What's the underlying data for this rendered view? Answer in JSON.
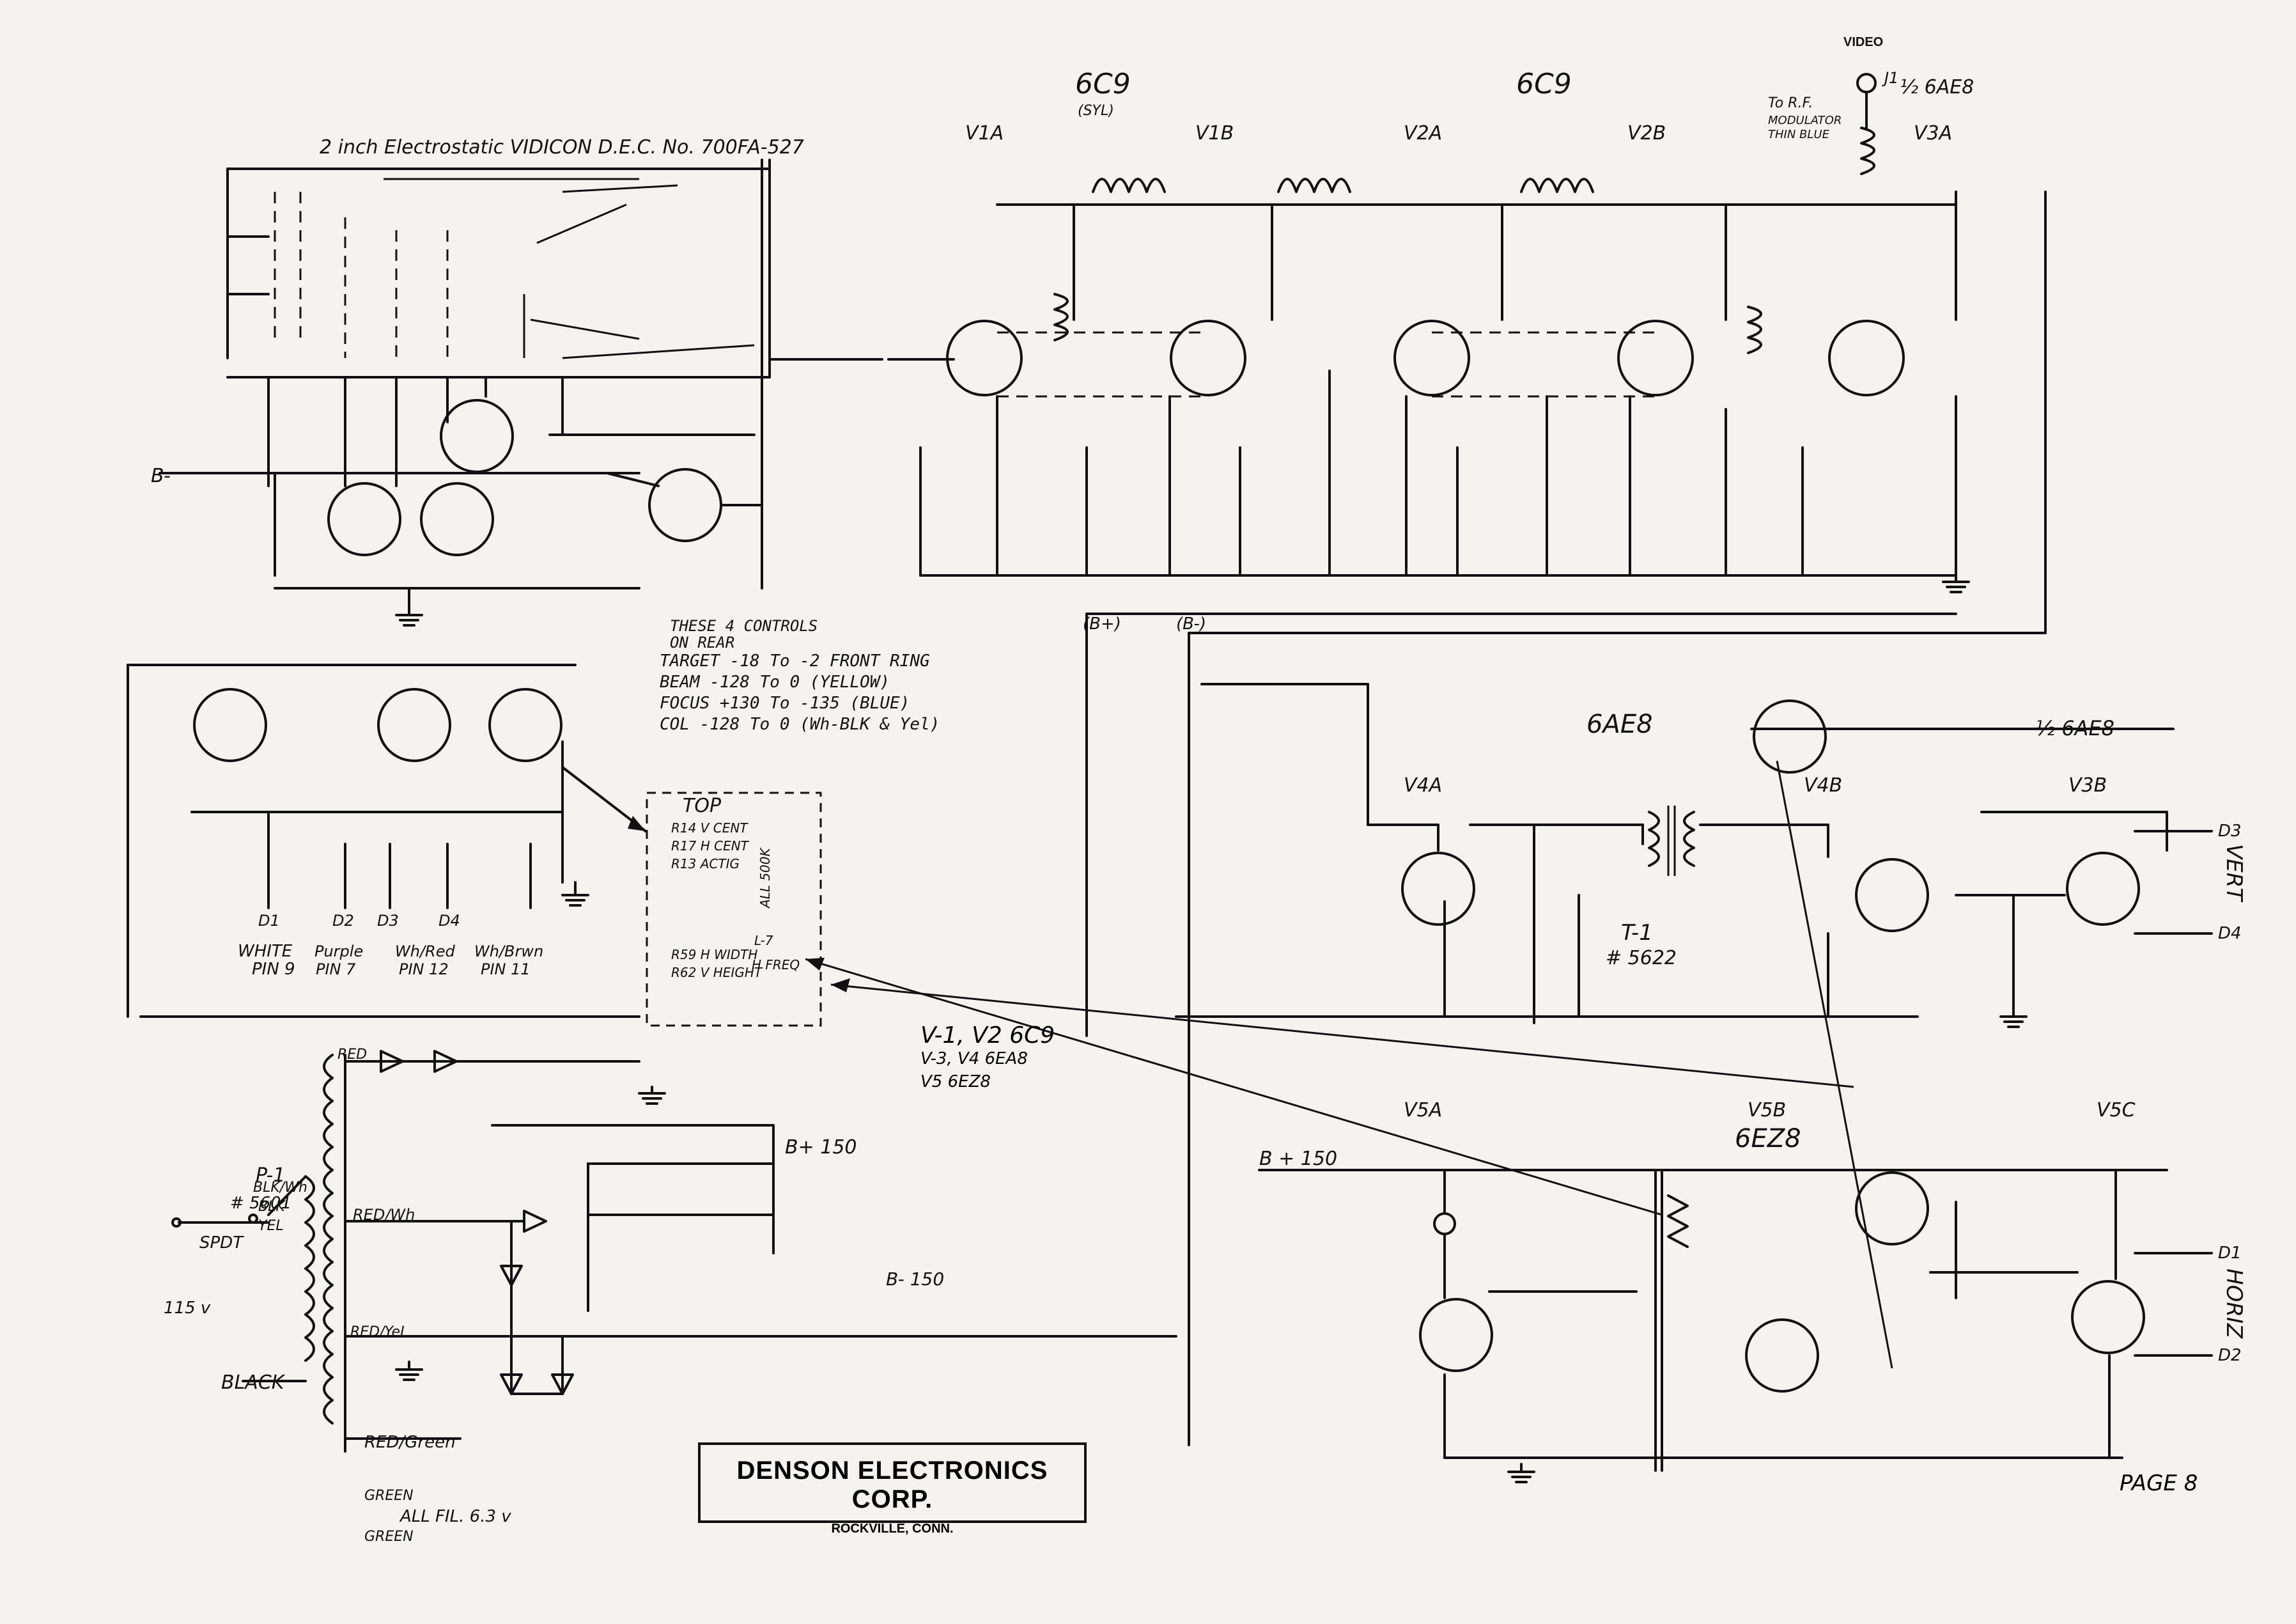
{
  "title": "2 inch Electrostatic VIDICON D.E.C. No. 700FA-527",
  "tube_types": {
    "v1_top": "6C9",
    "v1_sub": "(SYL)",
    "v2_top": "6C9",
    "v4_top": "6AE8",
    "v3b_top": "½ 6AE8",
    "v3a_top": "½ 6AE8",
    "v5_top": "6EZ8"
  },
  "stage_labels": [
    "V1A",
    "V1B",
    "V2A",
    "V2B",
    "V3A",
    "V4A",
    "V4B",
    "V3B",
    "V5A",
    "V5B",
    "V5C"
  ],
  "video_out": {
    "label": "VIDEO",
    "jack": "J1",
    "rf": "To R.F.",
    "rf2": "MODULATOR",
    "rf3": "THIN BLUE"
  },
  "control_notes": {
    "header1": "THESE 4 CONTROLS",
    "header2": "ON REAR",
    "lines": [
      "TARGET -18 To -2  FRONT RING",
      "BEAM -128 To 0  (YELLOW)",
      "FOCUS +130 To -135 (BLUE)",
      "COL -128 To 0  (Wh-BLK & Yel)"
    ]
  },
  "top_box": {
    "title": "TOP",
    "items": [
      "R14 V CENT",
      "R17 H CENT",
      "R13 ACTIG",
      "ALL 500K",
      "R59 H WIDTH",
      "R62 V HEIGHT",
      "L-7",
      "H FREQ"
    ]
  },
  "tube_list": [
    "V-1, V2  6C9",
    "V-3, V4  6EA8",
    "V5  6EZ8"
  ],
  "deflection_pins": [
    {
      "color": "WHITE",
      "pin": "PIN 9",
      "diode": "D1"
    },
    {
      "color": "Purple",
      "pin": "PIN 7",
      "diode": "D2"
    },
    {
      "color": "Wh/Red",
      "pin": "PIN 12",
      "diode": "D3"
    },
    {
      "color": "Wh/Brwn",
      "pin": "PIN 11",
      "diode": "D4"
    }
  ],
  "power": {
    "plug": "P-1",
    "part": "# 5601",
    "switch": "SPDT",
    "mains": "115 v",
    "black": "BLACK",
    "b150": "B+ 150",
    "bminus150": "B- 150",
    "fil": "ALL FIL. 6.3 v",
    "leads": [
      "RED",
      "RED/Wh",
      "RED/YeL",
      "RED/Green",
      "GREEN",
      "GREEN",
      "BLK/Wh",
      "BLK",
      "YEL"
    ]
  },
  "rails": {
    "bplus": "(B+)",
    "bminus": "(B-)",
    "bplus150_right": "B + 150",
    "bminus_left": "B-"
  },
  "transformer": {
    "name": "T-1",
    "part": "# 5622"
  },
  "outputs": {
    "vert": "VERT",
    "horiz": "HORIZ",
    "d3": "D3",
    "d4": "D4",
    "d1": "D1",
    "d2": "D2"
  },
  "company": {
    "name": "DENSON ELECTRONICS CORP.",
    "city": "ROCKVILLE, CONN."
  },
  "page": "PAGE 8"
}
